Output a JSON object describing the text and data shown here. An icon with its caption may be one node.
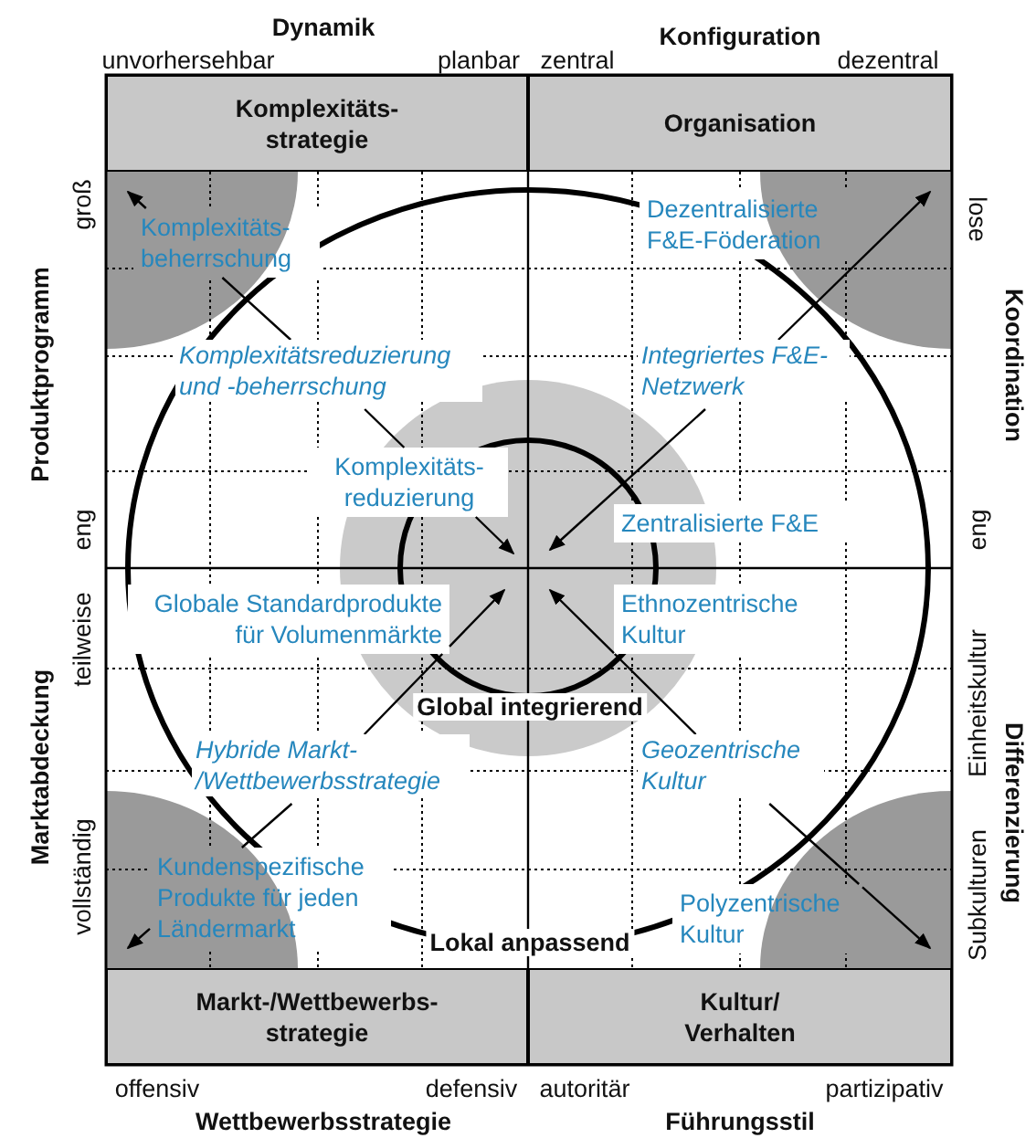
{
  "diagram": {
    "nodes": [
      {
        "text": [
          "Komplexitäts- strategie"
        ]
      },
      {
        "text": [
          "Organisation"
        ]
      },
      {
        "text": [
          "Markt-/Wettbewerbs- strategie"
        ]
      },
      {
        "text": [
          "Kultur/ Verhalten"
        ]
      },
      {
        "text": [
          "Komplexitätsreduzierung und -beherrschung"
        ]
      },
      {
        "text": [
          "Integriertes F&E- Netzwerk"
        ]
      },
      {
        "text": [
          "Hybride Markt- /Wettbewerbsstrategie"
        ]
      },
      {
        "text": [
          "Geozentrische Kultur"
        ]
      },
      {
        "text": [],
        "shape": "sector"
      },
      {
        "text": [],
        "shape": "sector"
      },
      {
        "text": [],
        "shape": "sector"
      },
      {
        "text": [],
        "shape": "sector"
      }
    ],
    "edges": [
      {
        "from": 4,
        "to": 8,
        "arrow": "to",
        "label": "Komplexitäts- beherrschung"
      },
      {
        "from": 4,
        "to": null,
        "arrow": "to",
        "label": "Komplexitäts- reduzierung"
      },
      {
        "from": 5,
        "to": 9,
        "arrow": "to",
        "label": "Dezentralisierte F&E-Föderation"
      },
      {
        "from": 5,
        "to": null,
        "arrow": "to",
        "label": "Zentralisierte F&E"
      },
      {
        "from": 6,
        "to": null,
        "arrow": "to",
        "label": "Globale Standardprodukte für Volumenmärkte"
      },
      {
        "from": 6,
        "to": 10,
        "arrow": "to",
        "label": "Kundenspezifische Produkte für jeden Ländermarkt"
      },
      {
        "from": 7,
        "to": null,
        "arrow": "to",
        "label": "Ethnozentrische Kultur"
      },
      {
        "from": 7,
        "to": 11,
        "arrow": "to",
        "label": "Polyzentrische Kultur"
      }
    ],
    "labels": [
      "Dynamik",
      "unvorhersehbar",
      "planbar",
      "zentral",
      "Konfiguration",
      "dezentral",
      "Produktprogramm",
      "groß",
      "eng",
      "teilweise",
      "Marktabdeckung",
      "vollständig",
      "lose",
      "Koordination",
      "eng",
      "Einheitskultur",
      "Differenzierung",
      "Subkulturen",
      "Global integrierend",
      "Lokal anpassend",
      "offensiv",
      "defensiv",
      "autoritär",
      "partizipativ",
      "Wettbewerbsstrategie",
      "Führungsstil"
    ]
  }
}
